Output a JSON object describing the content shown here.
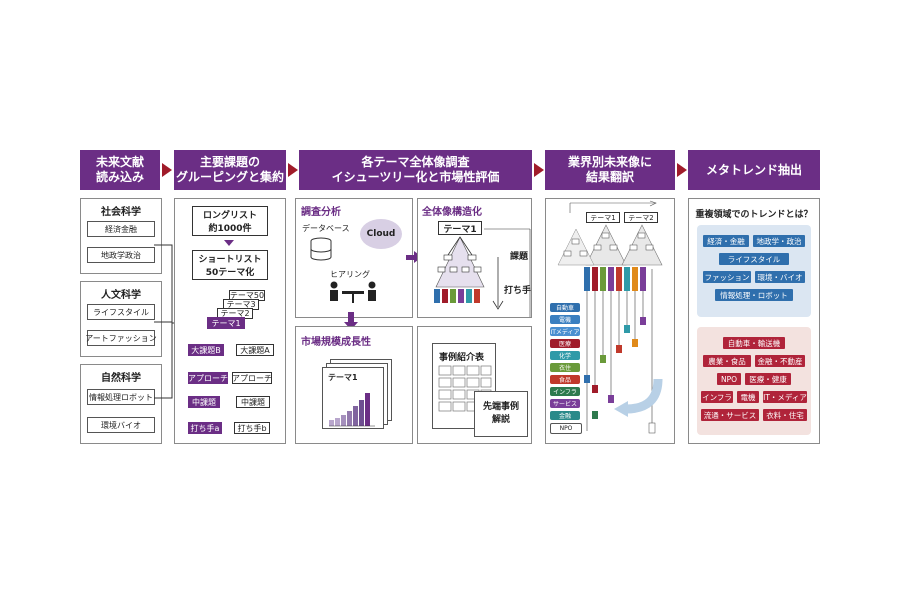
{
  "headers": [
    {
      "line1": "未来文献",
      "line2": "読み込み"
    },
    {
      "line1": "主要課題の",
      "line2": "グルーピングと集約"
    },
    {
      "line1": "各テーマ全体像調査",
      "line2": "イシューツリー化と市場性評価"
    },
    {
      "line1": "業界別未来像に",
      "line2": "結果翻訳"
    },
    {
      "line1": "メタトレンド抽出",
      "line2": ""
    }
  ],
  "col1": {
    "groups": [
      {
        "title": "社会科学",
        "items": [
          "経済金融",
          "地政学政治"
        ]
      },
      {
        "title": "人文科学",
        "items": [
          "ライフスタイル",
          "アートファッション"
        ]
      },
      {
        "title": "自然科学",
        "items": [
          "情報処理ロボット",
          "環境バイオ"
        ]
      }
    ]
  },
  "col2": {
    "longlist_line1": "ロングリスト",
    "longlist_line2": "約1000件",
    "shortlist_line1": "ショートリスト",
    "shortlist_line2": "50テーマ化",
    "theme_stack": [
      "テーマ50",
      "テーマ3",
      "テーマ2",
      "テーマ1"
    ],
    "rows": [
      {
        "left": "大課題B",
        "right": "大課題A"
      },
      {
        "left": "アプローチ",
        "right": "アプローチ"
      },
      {
        "left": "中課題",
        "right": "中課題"
      },
      {
        "left": "打ち手a",
        "right": "打ち手b"
      }
    ]
  },
  "col3": {
    "survey_title": "調査分析",
    "database": "データベース",
    "cloud": "Cloud",
    "hearing": "ヒアリング",
    "structure_title": "全体像構造化",
    "theme1": "テーマ1",
    "issue": "課題",
    "measure": "打ち手",
    "market_title": "市場規模成長性",
    "market_theme": "テーマ1",
    "case_table": "事例紹介表",
    "advanced_line1": "先端事例",
    "advanced_line2": "解説"
  },
  "col4": {
    "theme_labels": [
      "テーマ1",
      "テーマ2"
    ],
    "industries": [
      {
        "label": "自動車",
        "color": "#2f6fad"
      },
      {
        "label": "電機",
        "color": "#3a7fc0"
      },
      {
        "label": "ITメディア",
        "color": "#4a8fd0"
      },
      {
        "label": "医療",
        "color": "#a01c2a"
      },
      {
        "label": "化学",
        "color": "#2f9aa8"
      },
      {
        "label": "衣住",
        "color": "#6a9a3a"
      },
      {
        "label": "食品",
        "color": "#c0392b"
      },
      {
        "label": "インフラ",
        "color": "#2e7a4e"
      },
      {
        "label": "サービス",
        "color": "#7a3e99"
      },
      {
        "label": "金融",
        "color": "#2a8a8a"
      },
      {
        "label": "NPO",
        "color": "#ffffff"
      }
    ]
  },
  "col5": {
    "question": "重複領域でのトレンドとは？",
    "blue_tags": [
      [
        "経済・金融",
        "地政学・政治"
      ],
      [
        "ライフスタイル"
      ],
      [
        "ファッション",
        "環境・バイオ"
      ],
      [
        "情報処理・ロボット"
      ]
    ],
    "red_tags": [
      [
        "自動車・輸送機"
      ],
      [
        "農業・食品",
        "金融・不動産"
      ],
      [
        "NPO",
        "医療・健康"
      ],
      [
        "インフラ",
        "電機",
        "IT・メディア"
      ],
      [
        "流通・サービス",
        "衣料・住宅"
      ]
    ],
    "colors": {
      "blue_bg": "#dbe6f2",
      "blue_tag": "#2f6fad",
      "red_bg": "#f3e2df",
      "red_tag": "#b0243a"
    }
  }
}
